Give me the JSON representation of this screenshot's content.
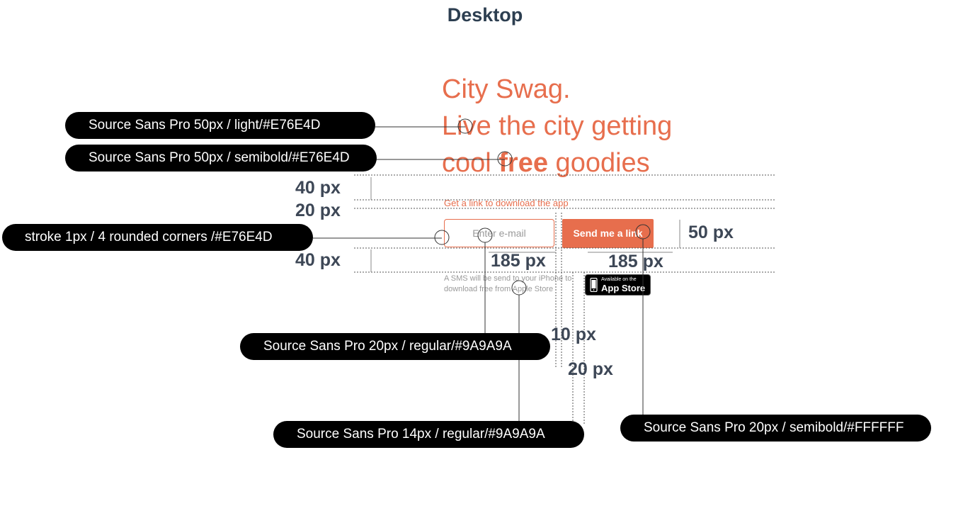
{
  "page": {
    "heading": "Desktop"
  },
  "mockup": {
    "hero_line1": "City Swag.",
    "hero_line2": "Live the city getting",
    "hero_line3_pre": "cool ",
    "hero_line3_bold": "free",
    "hero_line3_post": " goodies",
    "cta_label": "Get a link to download the app",
    "email_placeholder": "Enter e-mail",
    "send_label": "Send me a link",
    "sms_note": "A SMS will be send to your iPhone to download free from Apple Store",
    "appstore_small": "Available on the",
    "appstore_big": "App Store",
    "accent_color": "#E76E4D",
    "grey_color": "#9A9A9A"
  },
  "annotations": {
    "light_title": "Source Sans Pro 50px / light/#E76E4D",
    "semibold_title": "Source Sans Pro 50px / semibold/#E76E4D",
    "stroke": "stroke 1px / 4 rounded corners /#E76E4D",
    "input_font": "Source Sans Pro 20px / regular/#9A9A9A",
    "small_font": "Source Sans Pro 14px / regular/#9A9A9A",
    "button_font": "Source Sans Pro 20px / semibold/#FFFFFF"
  },
  "dimensions": {
    "gap_top": "40 px",
    "gap_label": "20 px",
    "gap_bottom": "40 px",
    "input_width": "185 px",
    "button_width": "185 px",
    "field_height": "50 px",
    "gap_note": "10 px",
    "gap_badge": "20 px"
  }
}
